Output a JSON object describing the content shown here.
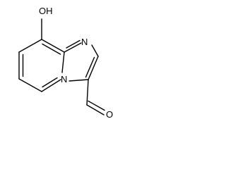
{
  "atoms": {
    "hydroxyl": "OH",
    "ring_nitrogen": "N",
    "bridgehead_nitrogen": "N",
    "aldehyde_oxygen": "O"
  },
  "colors": {
    "bond": "#000000",
    "label": "#000000",
    "background": "#ffffff"
  }
}
